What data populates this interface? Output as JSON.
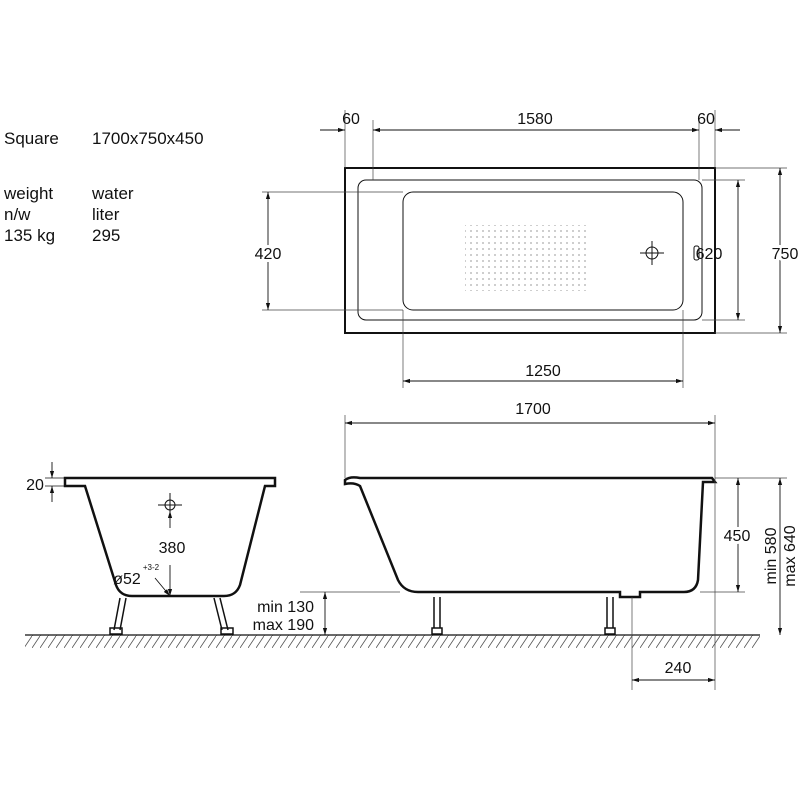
{
  "specs": {
    "model": "Square",
    "size": "1700x750x450",
    "weight_label": "weight",
    "weight_sub": "n/w",
    "weight_value": "135 kg",
    "water_label": "water",
    "water_sub": "liter",
    "water_value": "295"
  },
  "top_view": {
    "dim_left_rim": "60",
    "dim_inner_length": "1580",
    "dim_right_rim": "60",
    "dim_basin_width": "420",
    "dim_inner_width": "620",
    "dim_total_width": "750",
    "dim_basin_length": "1250"
  },
  "side_view": {
    "dim_total_length": "1700",
    "dim_rim": "20",
    "dim_overflow_height": "380",
    "drain_diameter": "ø52",
    "drain_tolerance": "+3-2",
    "leg_min": "min 130",
    "leg_max": "max 190",
    "dim_depth": "450",
    "height_min": "min 580",
    "height_max": "max 640",
    "dim_drain_offset": "240"
  },
  "colors": {
    "line": "#111111",
    "grey": "#888888"
  }
}
